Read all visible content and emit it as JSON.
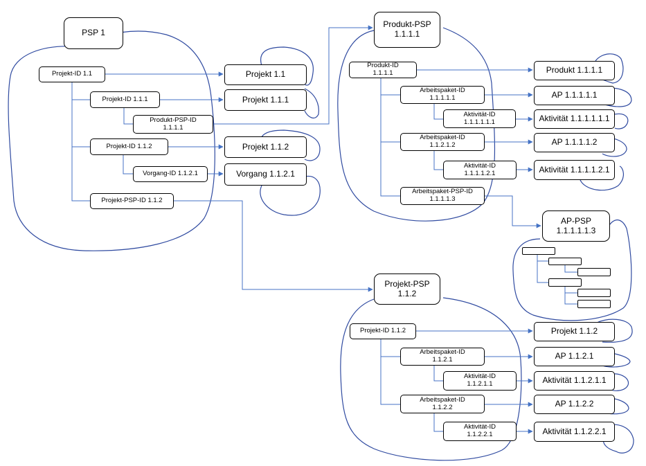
{
  "colors": {
    "line": "#4472c4",
    "cloud": "#2f4aa0",
    "box": "#000000"
  },
  "psp1": {
    "title": "PSP 1",
    "projekt_id_1_1": "Projekt-ID 1.1",
    "projekt_id_1_1_1": "Projekt-ID 1.1.1",
    "produkt_psp_id": "Produkt-PSP-ID\n1.1.1.1",
    "projekt_id_1_1_2": "Projekt-ID 1.1.2",
    "vorgang_id": "Vorgang-ID 1.1.2.1",
    "projekt_psp_id": "Projekt-PSP-ID 1.1.2"
  },
  "middle": {
    "projekt_1_1": "Projekt 1.1",
    "projekt_1_1_1": "Projekt 1.1.1",
    "projekt_1_1_2": "Projekt 1.1.2",
    "vorgang_1_1_2_1": "Vorgang 1.1.2.1"
  },
  "produkt_psp": {
    "title": "Produkt-PSP\n1.1.1.1",
    "produkt_id": "Produkt-ID\n1.1.1.1",
    "ap_id_1": "Arbeitspaket-ID\n1.1.1.1.1",
    "akt_id_1": "Aktivität-ID\n1.1.1.1.1.1",
    "ap_id_2": "Arbeitspaket-ID\n1.1.2.1.2",
    "akt_id_2": "Aktivität-ID\n1.1.1.1.2.1",
    "ap_psp_id": "Arbeitspaket-PSP-ID\n1.1.1.1.3",
    "produkt": "Produkt 1.1.1.1",
    "ap_1": "AP 1.1.1.1.1",
    "akt_1": "Aktivität 1.1.1.1.1.1",
    "ap_2": "AP 1.1.1.1.2",
    "akt_2": "Aktivität 1.1.1.1.2.1"
  },
  "ap_psp": {
    "title": "AP-PSP\n1.1.1.1.1.3"
  },
  "projekt_psp": {
    "title": "Projekt-PSP\n1.1.2",
    "projekt_id": "Projekt-ID 1.1.2",
    "ap_id_1": "Arbeitspaket-ID\n1.1.2.1",
    "akt_id_1": "Aktivität-ID\n1.1.2.1.1",
    "ap_id_2": "Arbeitspaket-ID\n1.1.2.2",
    "akt_id_2": "Aktivität-ID\n1.1.2.2.1",
    "projekt": "Projekt 1.1.2",
    "ap_1": "AP 1.1.2.1",
    "akt_1": "Aktivität 1.1.2.1.1",
    "ap_2": "AP 1.1.2.2",
    "akt_2": "Aktivität 1.1.2.2.1"
  }
}
